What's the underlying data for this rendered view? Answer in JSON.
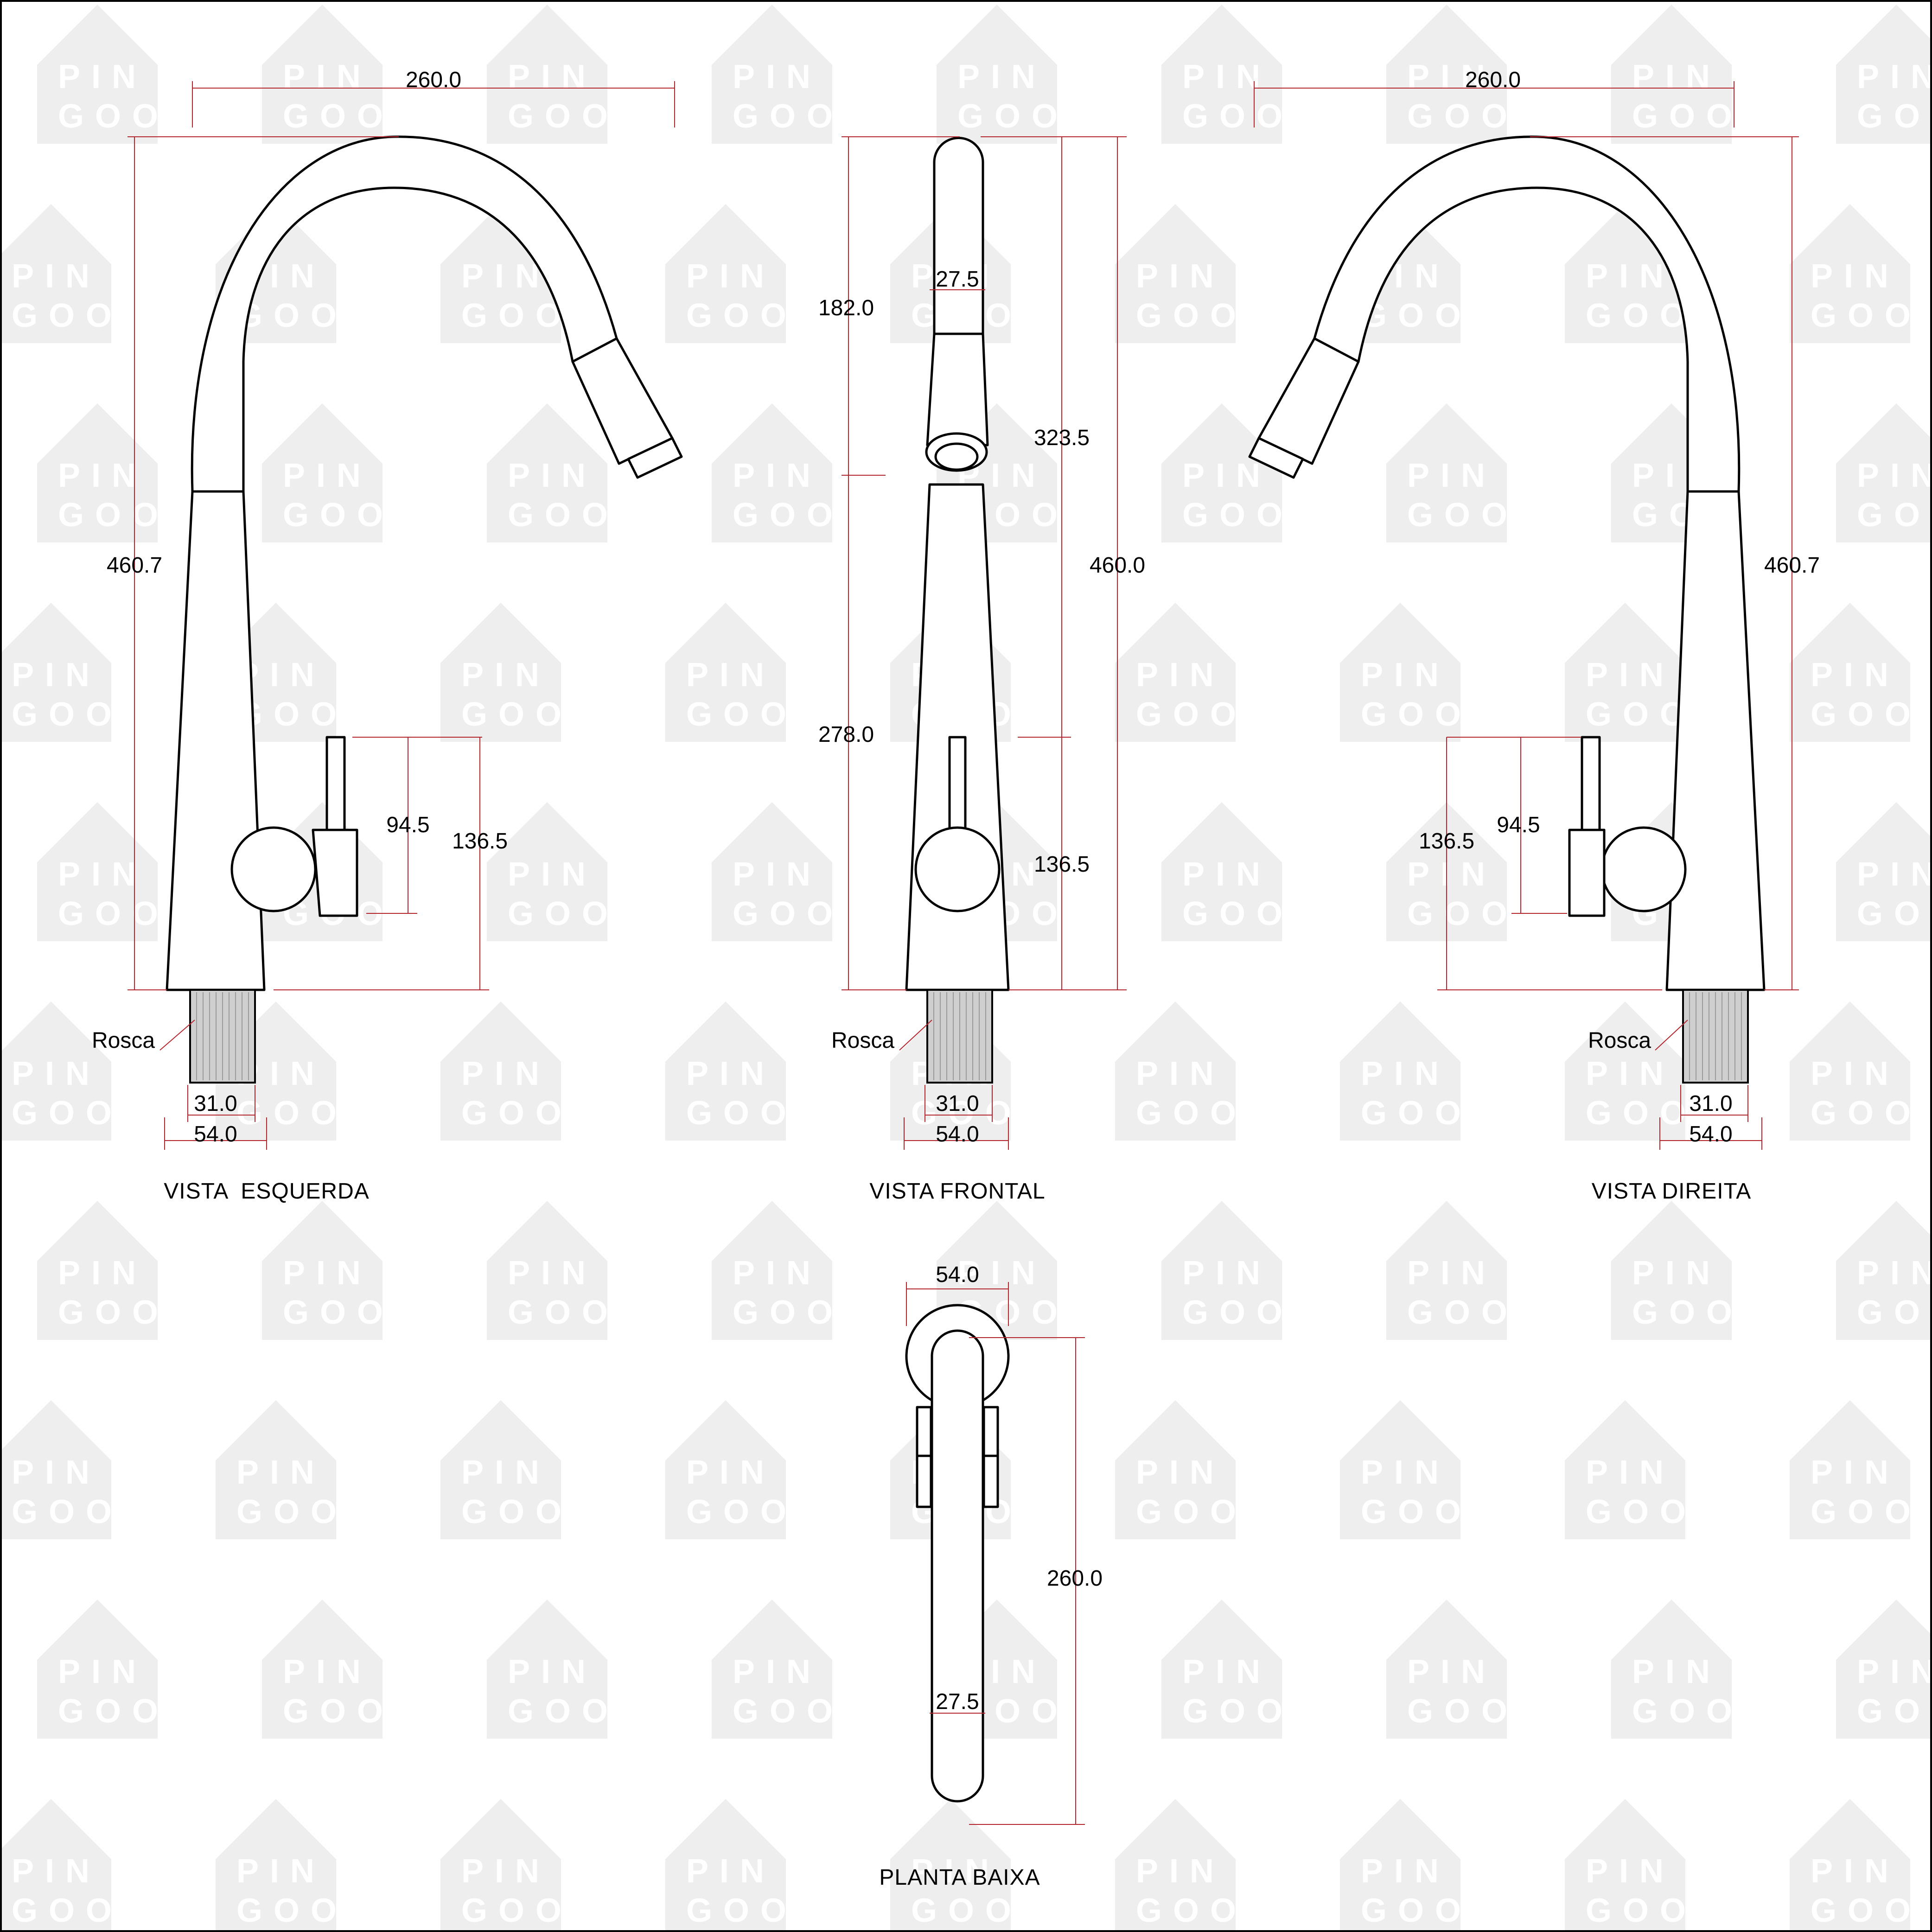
{
  "watermark": {
    "line1": "PIN",
    "line2": "GOO"
  },
  "colors": {
    "dimension": "#b3262d",
    "outline": "#000000",
    "thread": "#cfcfcf",
    "watermark": "#eeeeee"
  },
  "views": {
    "left": {
      "title": "VISTA  ESQUERDA",
      "dims": {
        "width": "260.0",
        "height": "460.7",
        "lever": "94.5",
        "lever_total": "136.5",
        "thread_label": "Rosca",
        "thread": "31.0",
        "base": "54.0"
      }
    },
    "front": {
      "title": "VISTA FRONTAL",
      "dims": {
        "spout_top": "182.0",
        "spout_dia": "27.5",
        "upper": "323.5",
        "total": "460.0",
        "lower": "278.0",
        "lever_height": "136.5",
        "thread_label": "Rosca",
        "thread": "31.0",
        "base": "54.0"
      }
    },
    "right": {
      "title": "VISTA DIREITA",
      "dims": {
        "width": "260.0",
        "height": "460.7",
        "lever": "94.5",
        "lever_total": "136.5",
        "thread_label": "Rosca",
        "thread": "31.0",
        "base": "54.0"
      }
    },
    "plan": {
      "title": "PLANTA BAIXA",
      "dims": {
        "base": "54.0",
        "length": "260.0",
        "spout_dia": "27.5"
      }
    }
  }
}
